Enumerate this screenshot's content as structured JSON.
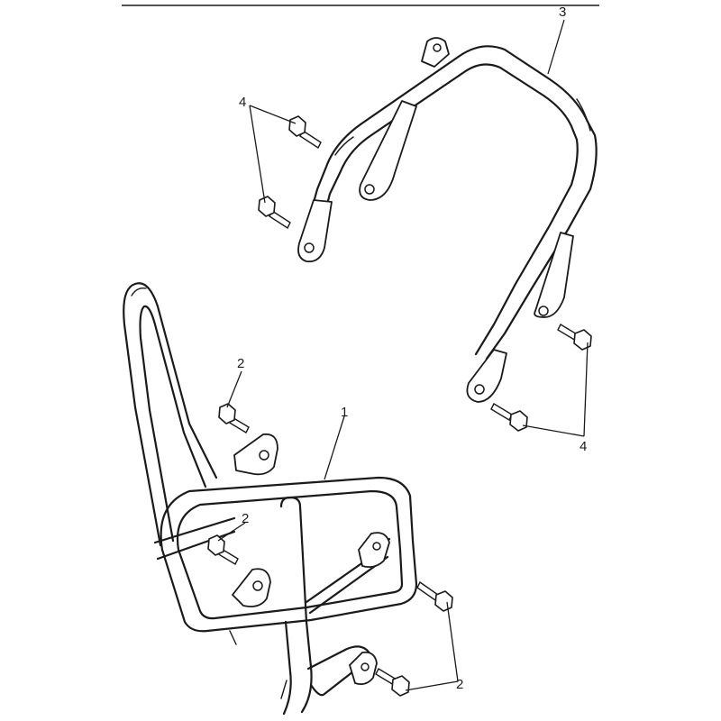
{
  "callouts": {
    "part_1": "1",
    "part_2_upper": "2",
    "part_2_middle": "2",
    "part_2_lower": "2",
    "part_3": "3",
    "part_4_left": "4",
    "part_4_right": "4"
  }
}
